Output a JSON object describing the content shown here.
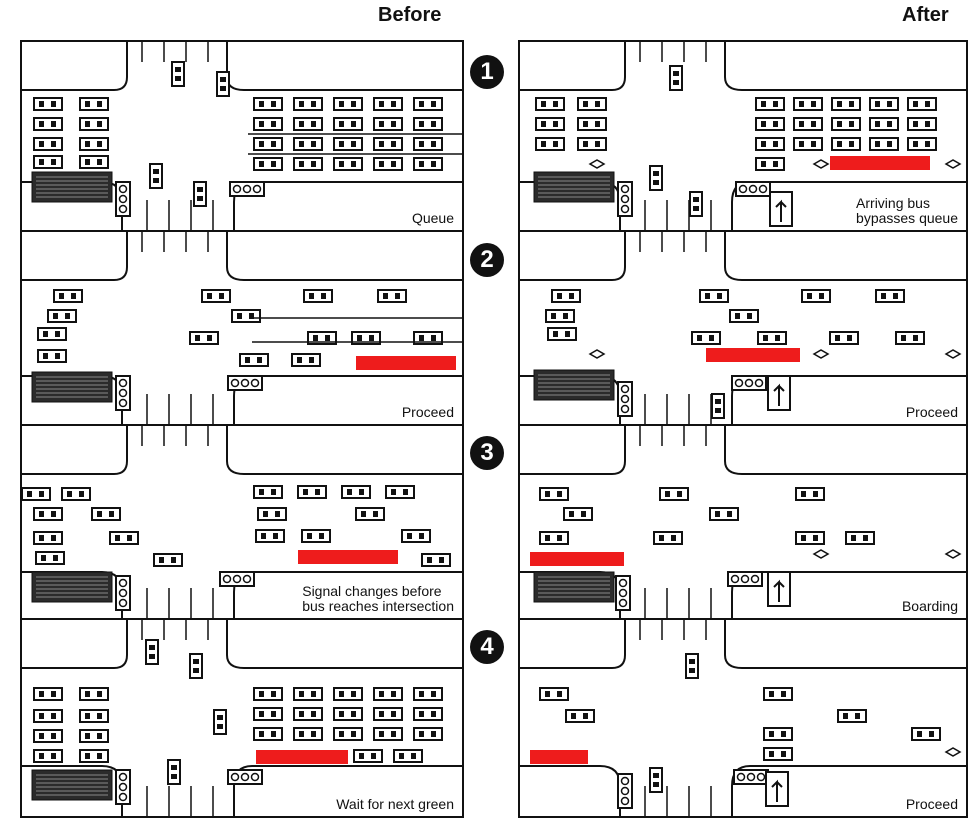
{
  "headers": {
    "before": "Before",
    "after": "After"
  },
  "colors": {
    "bus": "#ee1c1c",
    "ink": "#111111"
  },
  "steps": [
    {
      "number": "1",
      "before_caption": "Queue",
      "after_caption": "Arriving bus\nbypasses queue"
    },
    {
      "number": "2",
      "before_caption": "Proceed",
      "after_caption": "Proceed"
    },
    {
      "number": "3",
      "before_caption": "Signal changes before\nbus reaches intersection",
      "after_caption": "Boarding"
    },
    {
      "number": "4",
      "before_caption": "Wait for next green",
      "after_caption": "Proceed"
    }
  ],
  "icons": [
    "car-icon",
    "bus-icon",
    "traffic-signal-icon",
    "bus-stop-sign-icon",
    "queue-jump-arrow-icon",
    "step-number-badge"
  ]
}
